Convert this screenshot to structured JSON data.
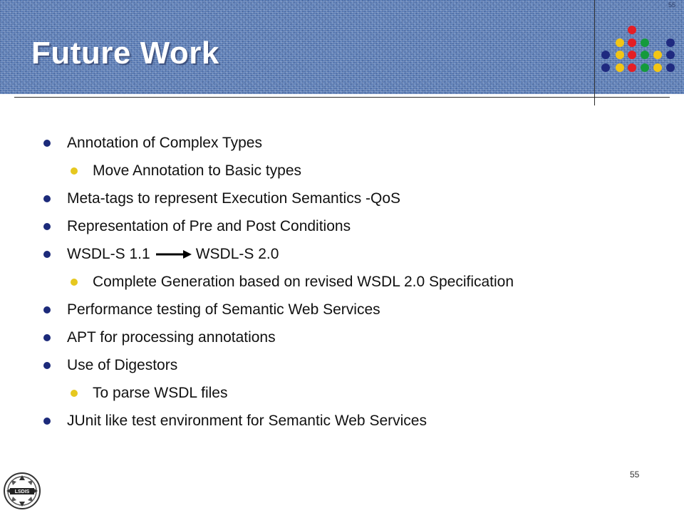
{
  "slide": {
    "title": "Future Work",
    "corner_number": "55",
    "page_number": "55",
    "logo_text": "LSDIS"
  },
  "bullets": [
    {
      "level": 1,
      "text": "Annotation of Complex Types"
    },
    {
      "level": 2,
      "text": "Move Annotation to Basic types"
    },
    {
      "level": 1,
      "text": "Meta-tags to represent Execution Semantics -QoS"
    },
    {
      "level": 1,
      "text": "Representation of Pre and Post Conditions"
    },
    {
      "level": 1,
      "text_before": "WSDL-S 1.1",
      "text_after": "WSDL-S 2.0",
      "has_arrow": true
    },
    {
      "level": 2,
      "text": "Complete Generation based on revised WSDL 2.0 Specification"
    },
    {
      "level": 1,
      "text": "Performance testing of Semantic Web Services"
    },
    {
      "level": 1,
      "text": "APT for processing annotations"
    },
    {
      "level": 1,
      "text": "Use of Digestors"
    },
    {
      "level": 2,
      "text": "To parse WSDL files"
    },
    {
      "level": 1,
      "text": "JUnit like test environment for Semantic Web Services"
    }
  ],
  "colors": {
    "header_blue": "#5d7fb8",
    "bullet_level1": "#1c2a7a",
    "bullet_level2": "#e6c81f",
    "dot_red": "#e51e25",
    "dot_yellow": "#f2c515",
    "dot_green": "#149a3c",
    "dot_navy": "#1f2a80"
  }
}
